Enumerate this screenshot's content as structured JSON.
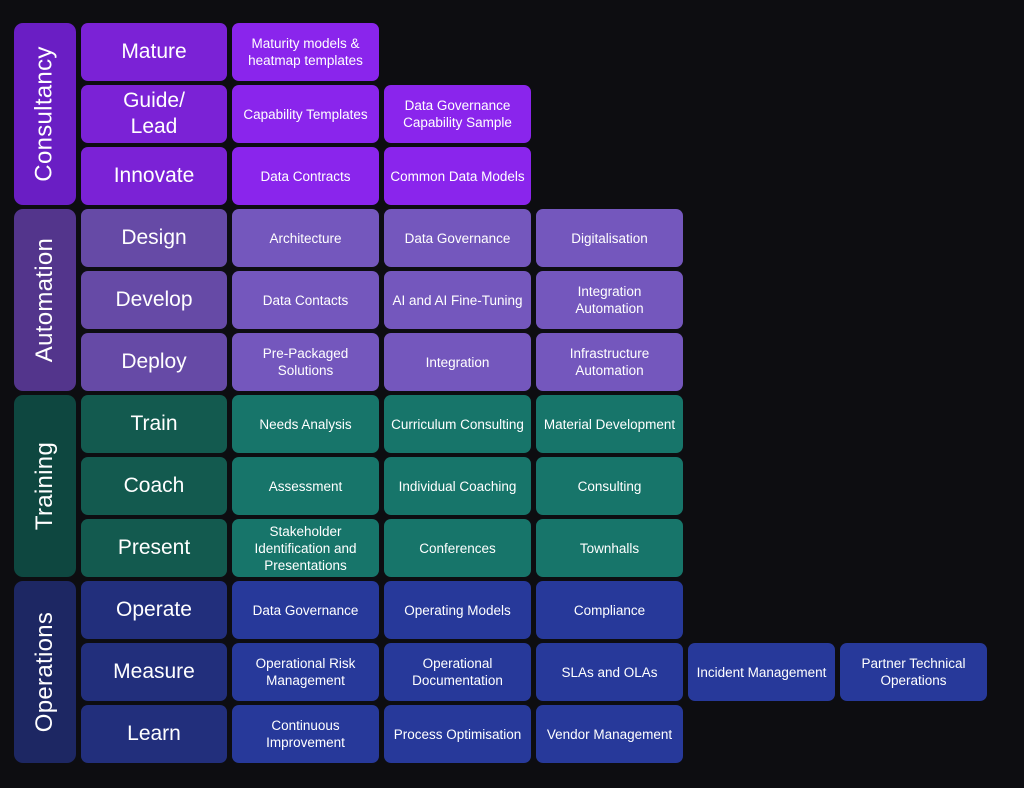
{
  "categories": [
    {
      "name": "Consultancy",
      "color": "#6a1ec4",
      "rows": [
        {
          "label": "Mature",
          "color": "#7b22d6",
          "cells": [
            "Maturity models & heatmap templates"
          ]
        },
        {
          "label": "Guide/ Lead",
          "color": "#7b22d6",
          "cells": [
            "Capability Templates",
            "Data Governance Capability Sample"
          ]
        },
        {
          "label": "Innovate",
          "color": "#7b22d6",
          "cells": [
            "Data Contracts",
            "Common Data Models"
          ]
        }
      ],
      "cell_color": "#8a25ec"
    },
    {
      "name": "Automation",
      "color": "#53358c",
      "rows": [
        {
          "label": "Design",
          "color": "#664aa6",
          "cells": [
            "Architecture",
            "Data Governance",
            "Digitalisation"
          ]
        },
        {
          "label": "Develop",
          "color": "#664aa6",
          "cells": [
            "Data Contacts",
            "AI and AI Fine-Tuning",
            "Integration Automation"
          ]
        },
        {
          "label": "Deploy",
          "color": "#664aa6",
          "cells": [
            "Pre-Packaged Solutions",
            "Integration",
            "Infrastructure Automation"
          ]
        }
      ],
      "cell_color": "#7457bd"
    },
    {
      "name": "Training",
      "color": "#0e4740",
      "rows": [
        {
          "label": "Train",
          "color": "#135a4f",
          "cells": [
            "Needs Analysis",
            "Curriculum Consulting",
            "Material Development"
          ]
        },
        {
          "label": "Coach",
          "color": "#135a4f",
          "cells": [
            "Assessment",
            "Individual Coaching",
            "Consulting"
          ]
        },
        {
          "label": "Present",
          "color": "#135a4f",
          "cells": [
            "Stakeholder Identification and Presentations",
            "Conferences",
            "Townhalls"
          ]
        }
      ],
      "cell_color": "#17756a"
    },
    {
      "name": "Operations",
      "color": "#1d2763",
      "rows": [
        {
          "label": "Operate",
          "color": "#222f7c",
          "cells": [
            "Data Governance",
            "Operating Models",
            "Compliance"
          ]
        },
        {
          "label": "Measure",
          "color": "#222f7c",
          "cells": [
            "Operational Risk Management",
            "Operational Documentation",
            "SLAs and OLAs",
            "Incident Management",
            "Partner Technical Operations"
          ]
        },
        {
          "label": "Learn",
          "color": "#222f7c",
          "cells": [
            "Continuous Improvement",
            "Process Optimisation",
            "Vendor Management"
          ]
        }
      ],
      "cell_color": "#27399a"
    }
  ]
}
